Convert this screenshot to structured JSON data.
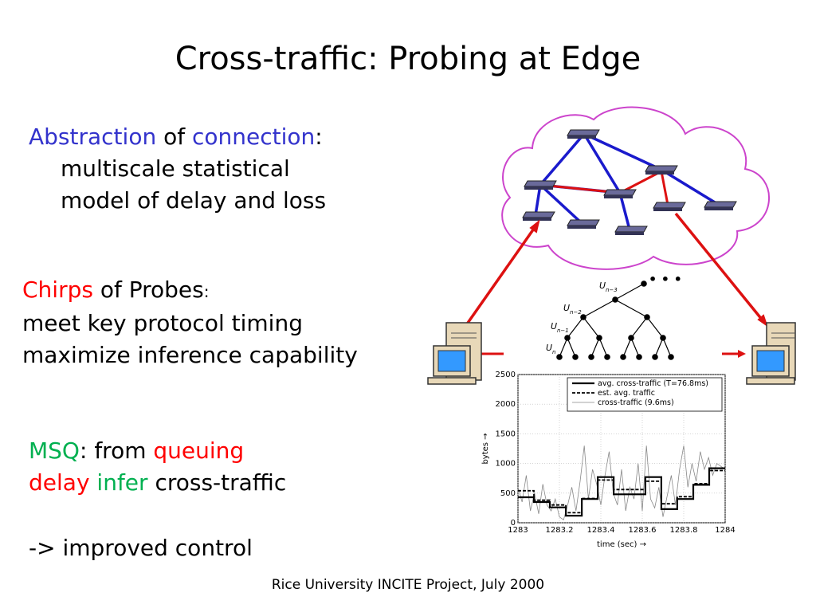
{
  "slide": {
    "title": "Cross-traffic: Probing at Edge",
    "abstraction": {
      "word1": "Abstraction",
      "word2": " of ",
      "word3": "connection",
      "word4": ":",
      "line2": "multiscale statistical",
      "line3": "model of delay and loss"
    },
    "chirps": {
      "word1": "Chirps",
      "word2": " of Probes",
      "colon": ":",
      "line2": "meet key protocol timing",
      "line3": "maximize inference capability"
    },
    "msq": {
      "word1": "MSQ",
      "word2": ": from ",
      "word3": "queuing",
      "word4": "delay",
      "word5": " infer",
      "word6": " cross-traffic"
    },
    "improved": "-> improved control",
    "footer": "Rice University INCITE Project, July 2000",
    "tree_labels": {
      "u_n3": "U",
      "u_n3_sub": "n−3",
      "u_n2": "U",
      "u_n2_sub": "n−2",
      "u_n1": "U",
      "u_n1_sub": "n−1",
      "u_n": "U",
      "u_n_sub": "n",
      "dots": "• • •"
    }
  },
  "colors": {
    "blue_text": "#3333cc",
    "red_text": "#ff0000",
    "green_text": "#00b050",
    "cloud": "#cc44cc",
    "network_blue": "#1a1acc",
    "network_red": "#dd1111"
  },
  "chart_data": {
    "type": "line",
    "title": "",
    "xlabel": "time (sec) →",
    "ylabel": "bytes →",
    "xlim": [
      1283,
      1284
    ],
    "ylim": [
      0,
      2500
    ],
    "x_ticks": [
      "1283",
      "1283.2",
      "1283.4",
      "1283.6",
      "1283.8",
      "1284"
    ],
    "y_ticks": [
      "0",
      "500",
      "1000",
      "1500",
      "2000",
      "2500"
    ],
    "legend_position": "top-right",
    "legend": [
      "avg. cross-traffic (T=76.8ms)",
      "est. avg. traffic",
      "cross-traffic (9.6ms)"
    ],
    "series": [
      {
        "name": "avg. cross-traffic (T=76.8ms)",
        "style": "solid-thick",
        "x": [
          1283,
          1283.077,
          1283.154,
          1283.231,
          1283.308,
          1283.385,
          1283.462,
          1283.538,
          1283.615,
          1283.692,
          1283.769,
          1283.846,
          1283.923,
          1284
        ],
        "y": [
          430,
          350,
          260,
          120,
          400,
          770,
          480,
          480,
          770,
          230,
          400,
          640,
          920,
          920
        ]
      },
      {
        "name": "est. avg. traffic",
        "style": "dashed",
        "x": [
          1283,
          1283.077,
          1283.154,
          1283.231,
          1283.308,
          1283.385,
          1283.462,
          1283.538,
          1283.615,
          1283.692,
          1283.769,
          1283.846,
          1283.923,
          1284
        ],
        "y": [
          540,
          380,
          300,
          170,
          410,
          720,
          560,
          560,
          700,
          320,
          440,
          660,
          880,
          880
        ]
      },
      {
        "name": "cross-traffic (9.6ms)",
        "style": "dotted-thin",
        "x": [
          1283,
          1283.02,
          1283.04,
          1283.06,
          1283.08,
          1283.1,
          1283.12,
          1283.14,
          1283.16,
          1283.18,
          1283.2,
          1283.22,
          1283.24,
          1283.26,
          1283.28,
          1283.3,
          1283.32,
          1283.34,
          1283.36,
          1283.38,
          1283.4,
          1283.42,
          1283.44,
          1283.46,
          1283.48,
          1283.5,
          1283.52,
          1283.54,
          1283.56,
          1283.58,
          1283.6,
          1283.62,
          1283.64,
          1283.66,
          1283.68,
          1283.7,
          1283.72,
          1283.74,
          1283.76,
          1283.78,
          1283.8,
          1283.82,
          1283.84,
          1283.86,
          1283.88,
          1283.9,
          1283.92,
          1283.94,
          1283.96,
          1283.98,
          1284
        ],
        "y": [
          600,
          350,
          800,
          200,
          500,
          150,
          650,
          300,
          200,
          400,
          100,
          50,
          300,
          600,
          200,
          700,
          1300,
          400,
          900,
          650,
          300,
          800,
          1200,
          500,
          300,
          900,
          200,
          600,
          400,
          1000,
          200,
          1300,
          400,
          250,
          600,
          100,
          450,
          800,
          300,
          900,
          1300,
          600,
          1000,
          700,
          1200,
          900,
          1100,
          800,
          1000,
          950,
          900
        ]
      }
    ]
  }
}
